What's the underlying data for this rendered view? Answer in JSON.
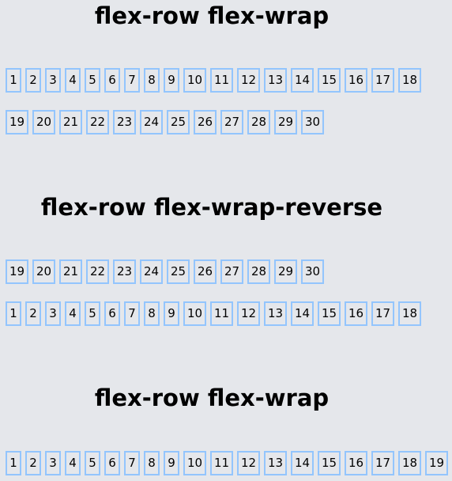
{
  "sections": [
    {
      "title": "flex-row flex-wrap",
      "rows": [
        [
          "1",
          "2",
          "3",
          "4",
          "5",
          "6",
          "7",
          "8",
          "9",
          "10",
          "11",
          "12",
          "13",
          "14",
          "15",
          "16",
          "17",
          "18"
        ],
        [
          "19",
          "20",
          "21",
          "22",
          "23",
          "24",
          "25",
          "26",
          "27",
          "28",
          "29",
          "30"
        ]
      ]
    },
    {
      "title": "flex-row flex-wrap-reverse",
      "rows": [
        [
          "19",
          "20",
          "21",
          "22",
          "23",
          "24",
          "25",
          "26",
          "27",
          "28",
          "29",
          "30"
        ],
        [
          "1",
          "2",
          "3",
          "4",
          "5",
          "6",
          "7",
          "8",
          "9",
          "10",
          "11",
          "12",
          "13",
          "14",
          "15",
          "16",
          "17",
          "18"
        ]
      ]
    },
    {
      "title": "flex-row flex-wrap",
      "rows": [
        [
          "1",
          "2",
          "3",
          "4",
          "5",
          "6",
          "7",
          "8",
          "9",
          "10",
          "11",
          "12",
          "13",
          "14",
          "15",
          "16",
          "17",
          "18",
          "19"
        ]
      ]
    }
  ]
}
